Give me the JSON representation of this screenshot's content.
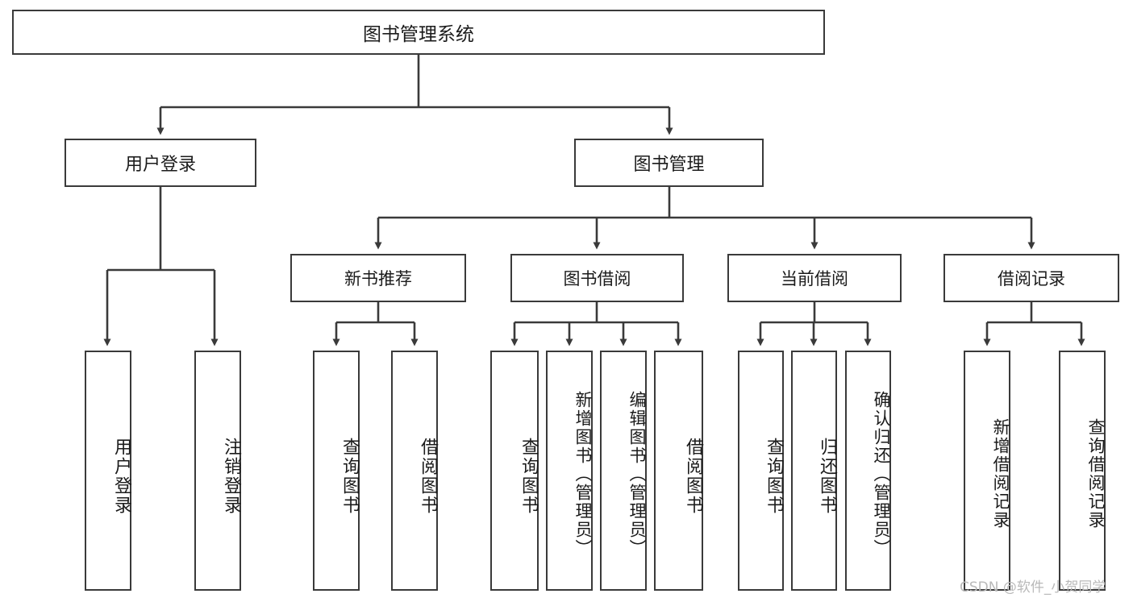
{
  "diagram": {
    "type": "tree",
    "title": "图书管理系统",
    "watermark": "CSDN @软件_小贺同学",
    "colors": {
      "box_border": "#3a3a3a",
      "box_fill": "#ffffff",
      "connector": "#3a3a3a",
      "text": "#1b1b1b",
      "watermark": "#b9b9b9",
      "background": "#ffffff"
    },
    "root": {
      "label": "图书管理系统"
    },
    "level1": [
      {
        "label": "用户登录"
      },
      {
        "label": "图书管理"
      }
    ],
    "level2": [
      {
        "label": "新书推荐"
      },
      {
        "label": "图书借阅"
      },
      {
        "label": "当前借阅"
      },
      {
        "label": "借阅记录"
      }
    ],
    "leaves": {
      "user_login": [
        {
          "label": "用户登录"
        },
        {
          "label": "注销登录"
        }
      ],
      "new_book_recommend": [
        {
          "label": "查询图书"
        },
        {
          "label": "借阅图书"
        }
      ],
      "book_borrow": [
        {
          "label": "查询图书"
        },
        {
          "label": "新增图书（管理员）"
        },
        {
          "label": "编辑图书（管理员）"
        },
        {
          "label": "借阅图书"
        }
      ],
      "current_borrow": [
        {
          "label": "查询图书"
        },
        {
          "label": "归还图书"
        },
        {
          "label": "确认归还（管理员）"
        }
      ],
      "borrow_record": [
        {
          "label": "新增借阅记录"
        },
        {
          "label": "查询借阅记录"
        }
      ]
    }
  }
}
